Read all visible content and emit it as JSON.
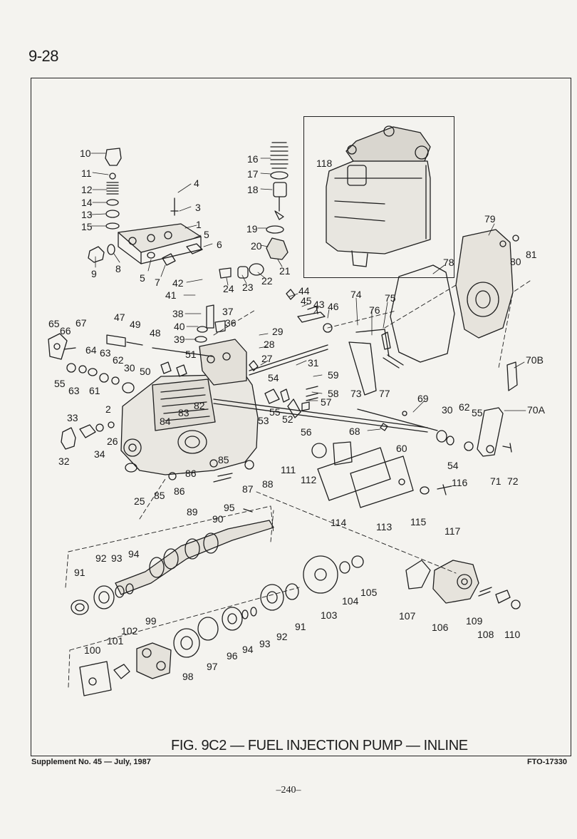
{
  "page": {
    "section_number": "9-28",
    "figure_caption": "FIG. 9C2 — FUEL INJECTION PUMP — INLINE",
    "supplement": "Supplement No. 45 — July, 1987",
    "drawing_ref": "FTO-17330",
    "sheet_number": "–240–"
  },
  "callouts": [
    "10",
    "11",
    "12",
    "14",
    "13",
    "15",
    "4",
    "3",
    "1",
    "5",
    "6",
    "9",
    "8",
    "5",
    "7",
    "16",
    "17",
    "18",
    "19",
    "20",
    "21",
    "118",
    "79",
    "80",
    "81",
    "78",
    "42",
    "41",
    "24",
    "23",
    "22",
    "44",
    "45",
    "43",
    "46",
    "74",
    "75",
    "76",
    "38",
    "37",
    "36",
    "40",
    "39",
    "29",
    "28",
    "27",
    "31",
    "65",
    "66",
    "67",
    "47",
    "49",
    "48",
    "64",
    "63",
    "62",
    "55",
    "63",
    "61",
    "30",
    "50",
    "51",
    "54",
    "59",
    "58",
    "57",
    "55",
    "53",
    "52",
    "56",
    "73",
    "77",
    "70B",
    "69",
    "30",
    "62",
    "55",
    "70A",
    "68",
    "60",
    "54",
    "71",
    "72",
    "84",
    "83",
    "82",
    "2",
    "33",
    "32",
    "34",
    "26",
    "25",
    "85",
    "86",
    "85",
    "86",
    "87",
    "88",
    "111",
    "112",
    "114",
    "113",
    "116",
    "115",
    "117",
    "89",
    "90",
    "95",
    "91",
    "92",
    "93",
    "94",
    "104",
    "105",
    "103",
    "107",
    "106",
    "109",
    "108",
    "110",
    "91",
    "92",
    "93",
    "94",
    "96",
    "97",
    "98",
    "99",
    "102",
    "101",
    "100"
  ]
}
